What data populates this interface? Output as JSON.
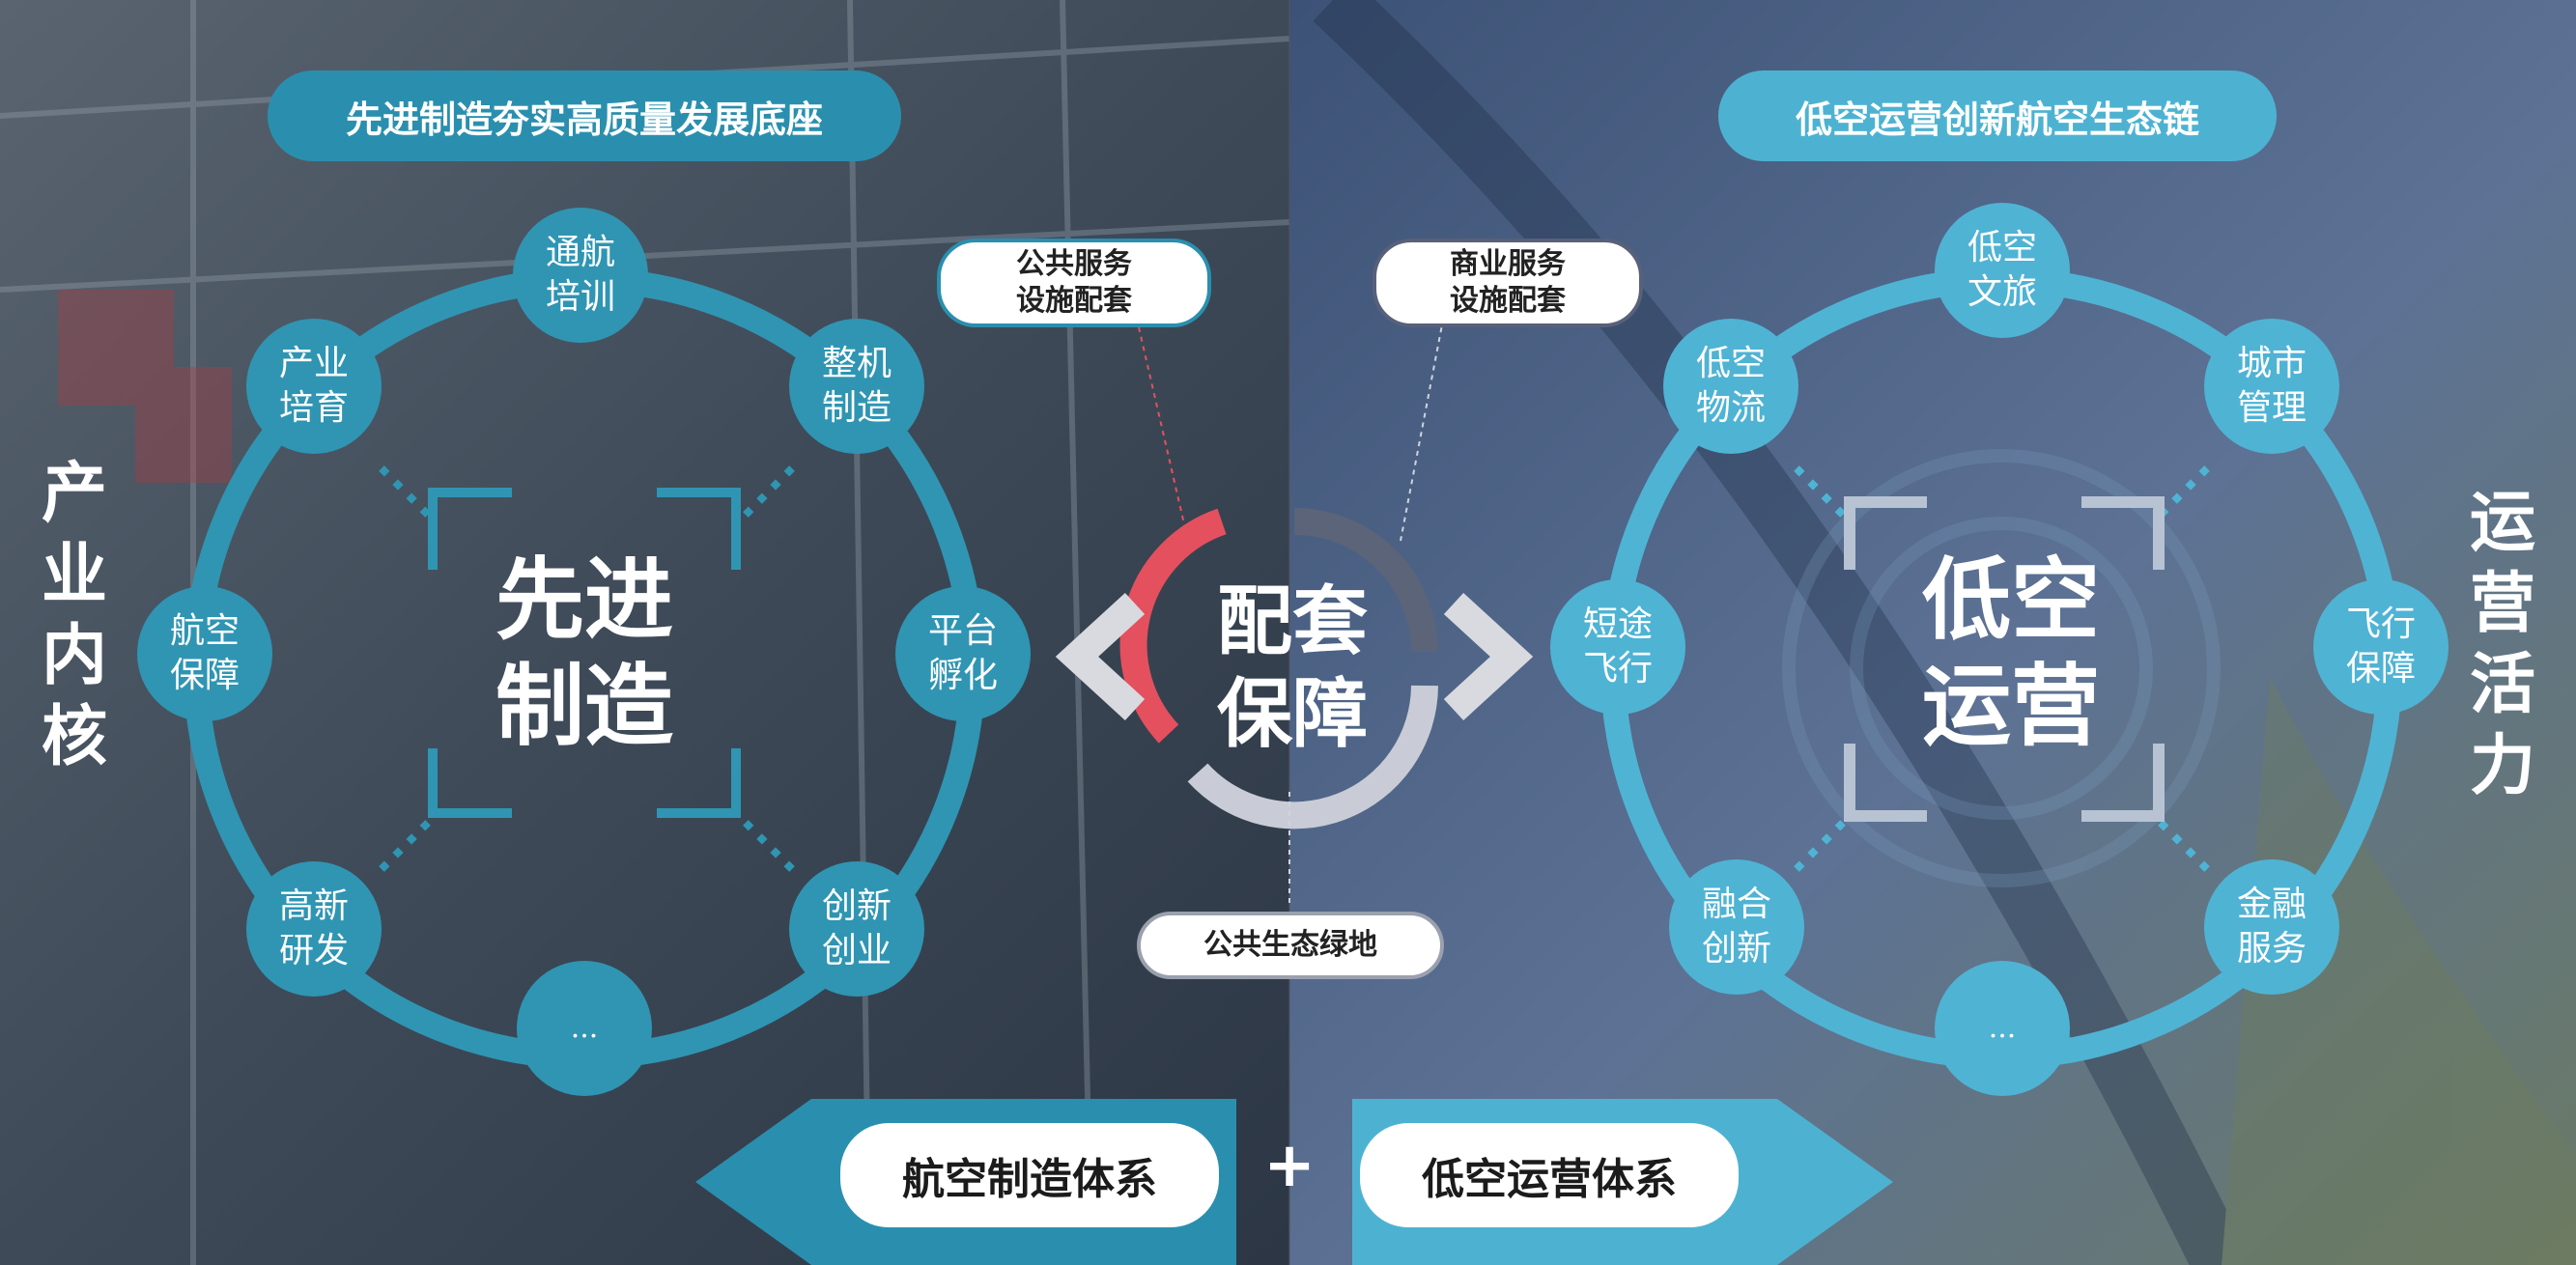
{
  "colors": {
    "left_ring": "#2f95b3",
    "right_ring": "#4fb3d4",
    "accent_red": "#e5505e",
    "dark_pill": "#2a8fae",
    "light_pill": "#4db2d1"
  },
  "left": {
    "header": "先进制造夯实高质量发展底座",
    "side_title": "产业内核",
    "center": "先进\n制造",
    "nodes": [
      "通航\n培训",
      "整机\n制造",
      "平台\n孵化",
      "创新\n创业",
      "...",
      "高新\n研发",
      "航空\n保障",
      "产业\n培育"
    ]
  },
  "right": {
    "header": "低空运营创新航空生态链",
    "side_title": "运营活力",
    "center": "低空\n运营",
    "nodes": [
      "低空\n文旅",
      "城市\n管理",
      "飞行\n保障",
      "金融\n服务",
      "...",
      "融合\n创新",
      "短途\n飞行",
      "低空\n物流"
    ]
  },
  "middle": {
    "center": "配套\n保障",
    "callout_public": "公共服务\n设施配套",
    "callout_business": "商业服务\n设施配套",
    "callout_green": "公共生态绿地"
  },
  "bottom": {
    "left_system": "航空制造体系",
    "plus": "+",
    "right_system": "低空运营体系"
  }
}
